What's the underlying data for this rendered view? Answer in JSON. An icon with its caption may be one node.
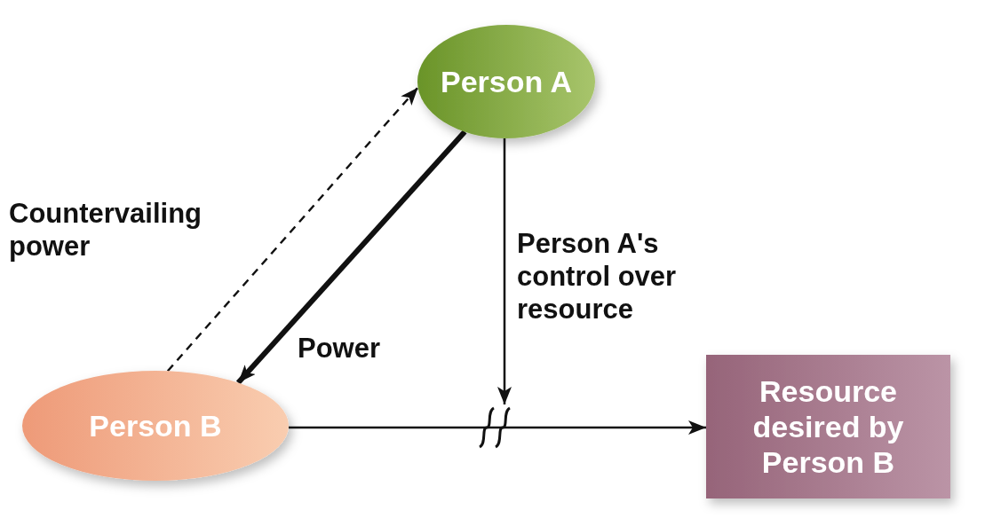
{
  "diagram": {
    "nodes": [
      {
        "text": [
          "Person A"
        ]
      },
      {
        "text": [
          "Person B"
        ]
      },
      {
        "text": [
          "Resource desired by Person B"
        ]
      }
    ],
    "edges": [
      {
        "from": 1,
        "to": 0,
        "arrow": "to",
        "style": "dashed",
        "label": "Countervailing power"
      },
      {
        "from": 0,
        "to": 1,
        "arrow": "to",
        "style": "thick",
        "label": "Power"
      },
      {
        "from": 0,
        "to": null,
        "arrow": "to",
        "label": "Person A's control over resource"
      },
      {
        "from": 1,
        "to": 2,
        "arrow": "to"
      }
    ]
  }
}
